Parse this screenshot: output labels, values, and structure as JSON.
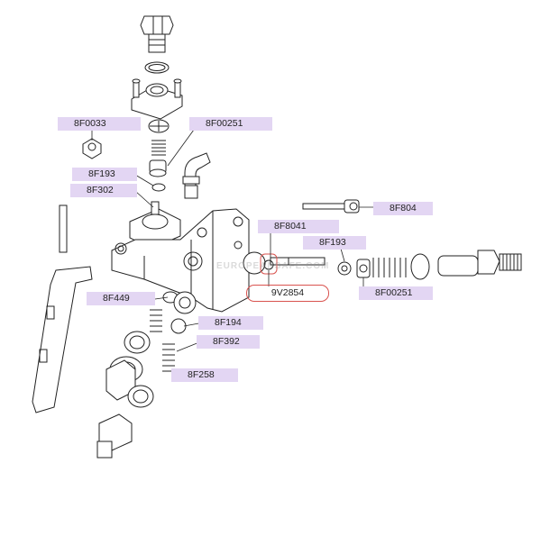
{
  "diagram": {
    "labels": {
      "l_8f0033": "8F0033",
      "l_8f00251_top": "8F00251",
      "l_8f193_left": "8F193",
      "l_8f302": "8F302",
      "l_8f804": "8F804",
      "l_8f8041": "8F8041",
      "l_8f193_right": "8F193",
      "l_9v2854": "9V2854",
      "l_8f00251_right": "8F00251",
      "l_8f449": "8F449",
      "l_8f194": "8F194",
      "l_8f392": "8F392",
      "l_8f258": "8F258"
    },
    "watermark": "EUROPEANSAFE.COM",
    "colors": {
      "label_bg": "#e3d6f3",
      "highlight": "#d9534f",
      "line": "#222222"
    }
  }
}
